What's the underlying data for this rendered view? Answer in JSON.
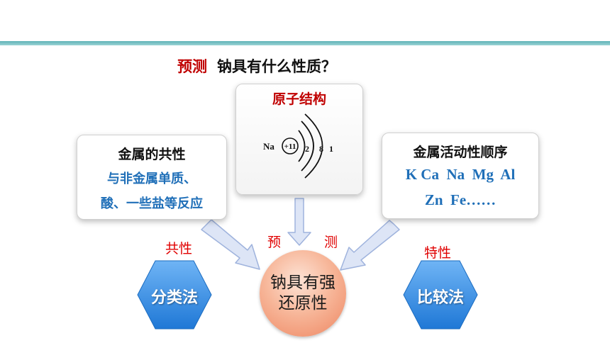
{
  "title": {
    "prefix": "预测",
    "question": "钠具有什么性质？"
  },
  "left_card": {
    "heading": "金属的共性",
    "line1": "与非金属单质、",
    "line2": "酸、一些盐等反应"
  },
  "center_card": {
    "heading": "原子结构",
    "atom_symbol": "Na",
    "nucleus": "+11",
    "shells": [
      "2",
      "8",
      "1"
    ]
  },
  "right_card": {
    "heading": "金属活动性顺序",
    "line1": "K Ca  Na  Mg  Al",
    "line2": "Zn  Fe……"
  },
  "labels": {
    "common": "共性",
    "predict_1": "预",
    "predict_2": "测",
    "special": "特性"
  },
  "hexagons": {
    "left": "分类法",
    "right": "比较法"
  },
  "conclusion": {
    "line1": "钠具有强",
    "line2": "还原性"
  },
  "colors": {
    "accent_red": "#c00000",
    "label_red": "#e00000",
    "blue_text": "#1f6fb8",
    "hex_blue": "#2f8fe8",
    "circle_orange": "#f29a78",
    "arrow_fill": "#dde5f6",
    "arrow_stroke": "#9fb3dd"
  }
}
